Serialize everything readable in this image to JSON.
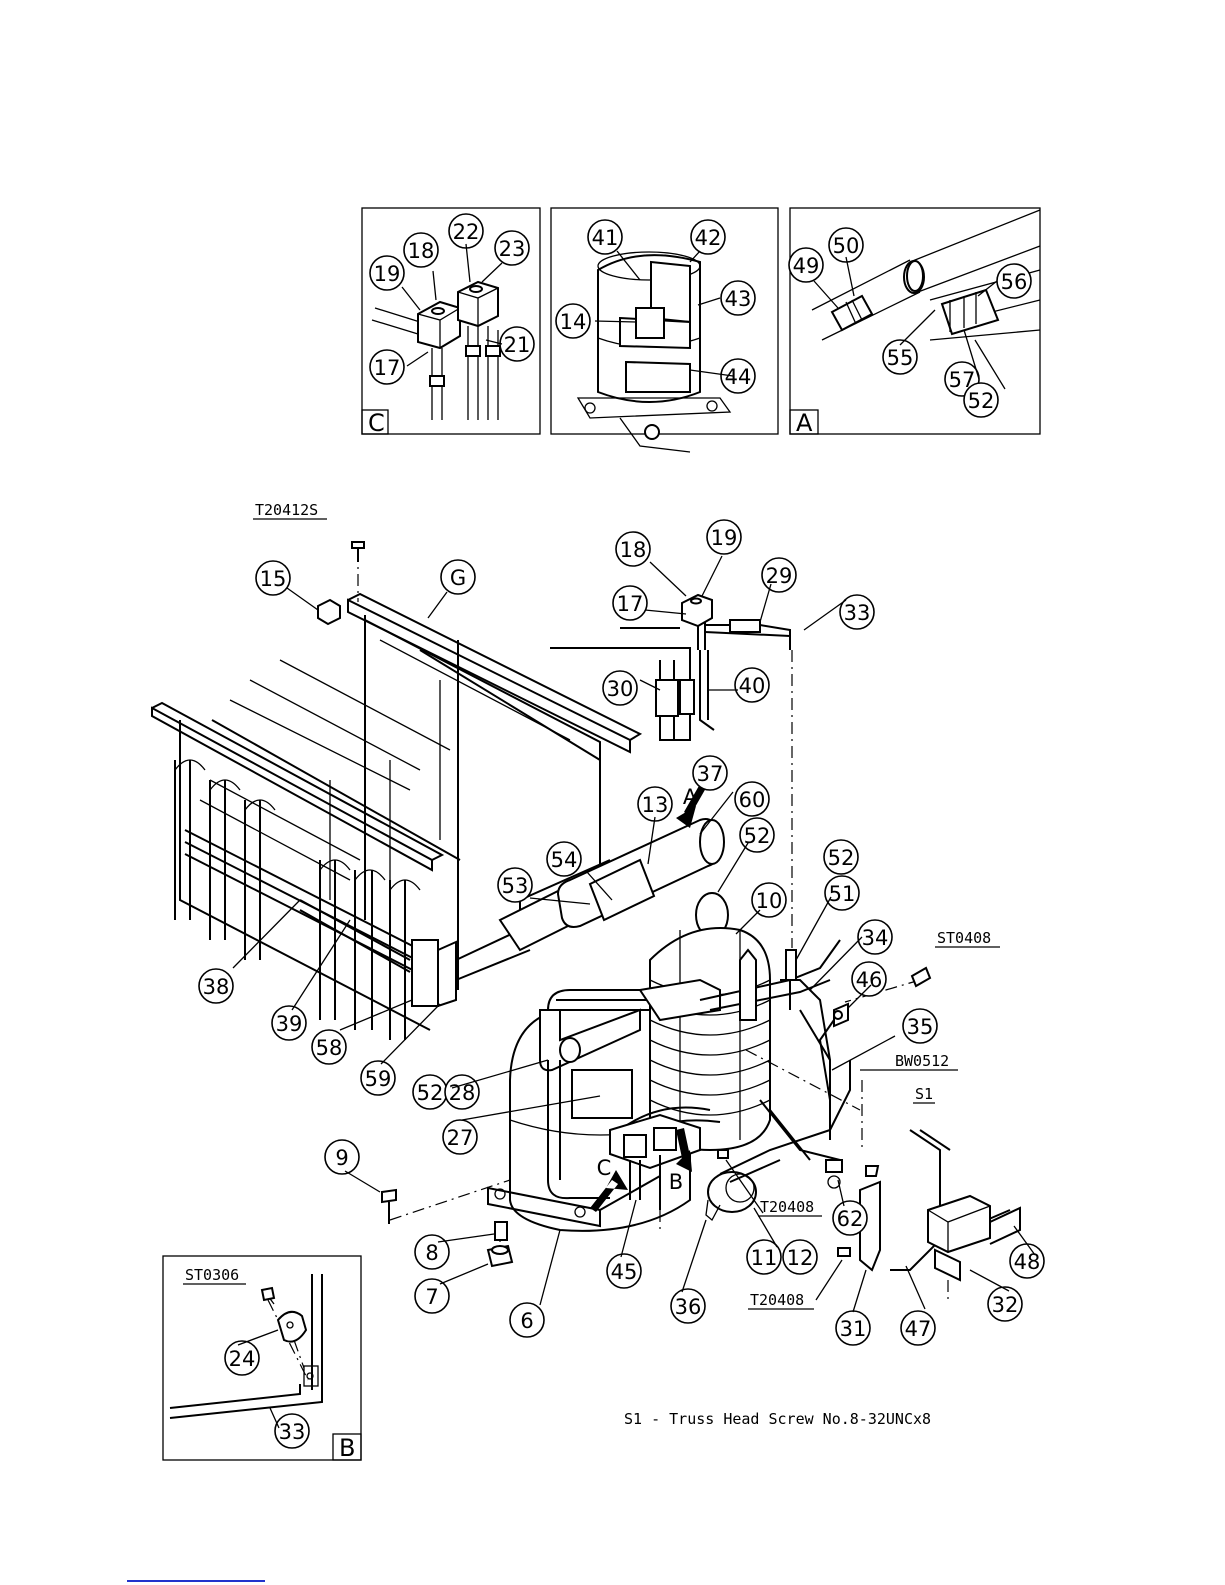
{
  "detail_panels": {
    "C": {
      "letter": "C",
      "callouts": [
        "22",
        "18",
        "23",
        "19",
        "21",
        "17"
      ]
    },
    "compressor": {
      "callouts": [
        "41",
        "42",
        "43",
        "14",
        "44"
      ]
    },
    "A": {
      "letter": "A",
      "callouts": [
        "50",
        "49",
        "56",
        "55",
        "57",
        "52"
      ]
    }
  },
  "main_callouts": [
    "15",
    "G",
    "18",
    "19",
    "29",
    "33",
    "17",
    "30",
    "40",
    "37",
    "60",
    "13",
    "52",
    "54",
    "52",
    "53",
    "51",
    "10",
    "34",
    "38",
    "39",
    "58",
    "46",
    "59",
    "35",
    "52",
    "28",
    "27",
    "9",
    "8",
    "7",
    "6",
    "45",
    "36",
    "11",
    "12",
    "62",
    "31",
    "47",
    "48",
    "32"
  ],
  "arrow_labels": [
    "A",
    "C",
    "B"
  ],
  "part_codes": [
    "T20412S",
    "ST0408",
    "BW0512",
    "S1",
    "T20408",
    "T20408"
  ],
  "inset_B": {
    "letter": "B",
    "code": "ST0306",
    "callouts": [
      "24",
      "33"
    ]
  },
  "note": "S1 - Truss Head Screw No.8-32UNCx8"
}
